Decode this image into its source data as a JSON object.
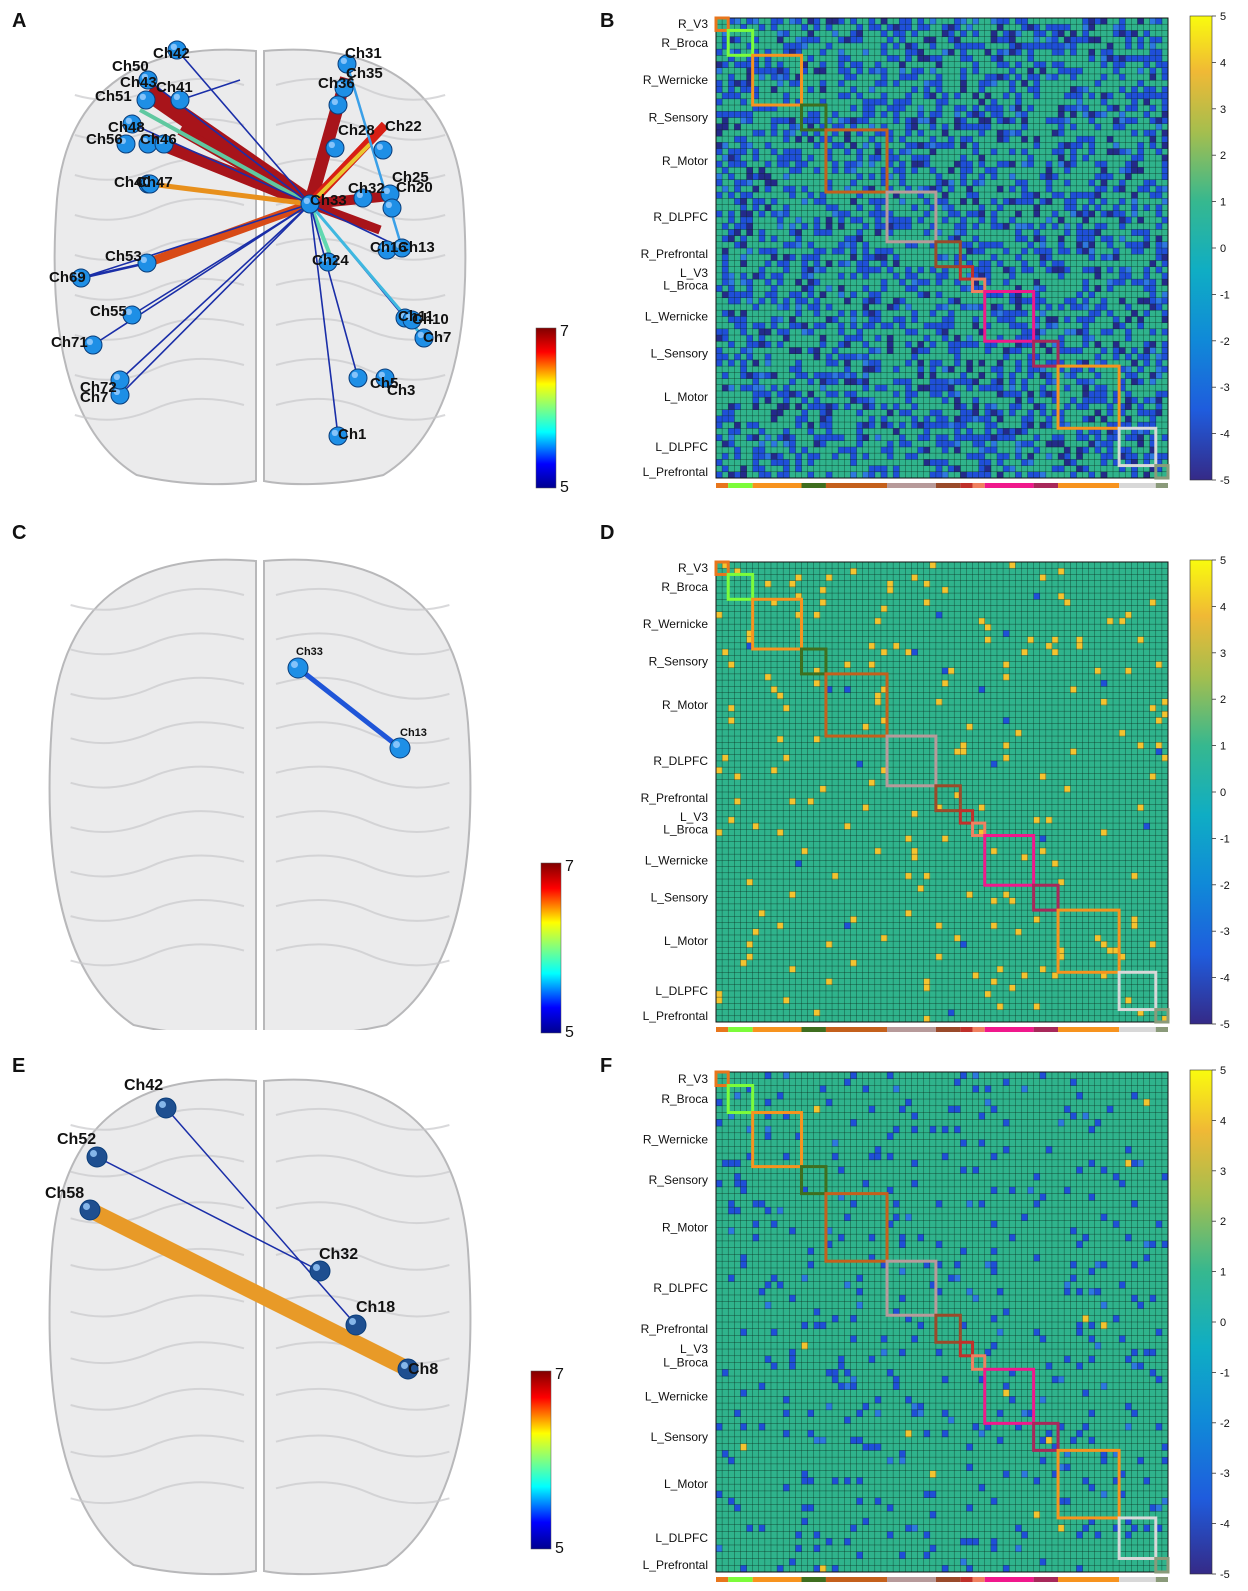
{
  "panel_letters": {
    "A": "A",
    "B": "B",
    "C": "C",
    "D": "D",
    "E": "E",
    "F": "F"
  },
  "colorbar_brain": {
    "min": "5",
    "max": "7"
  },
  "colorbar_matrix": {
    "ticks": [
      "5",
      "4",
      "3",
      "2",
      "1",
      "0",
      "-1",
      "-2",
      "-3",
      "-4",
      "-5"
    ]
  },
  "regions": [
    {
      "name": "R_V3",
      "color": "#e8761c",
      "size": 1
    },
    {
      "name": "R_Broca",
      "color": "#7cfc3a",
      "size": 2
    },
    {
      "name": "R_Wernicke",
      "color": "#f7931e",
      "size": 4
    },
    {
      "name": "R_Sensory",
      "color": "#3f6e1f",
      "size": 2
    },
    {
      "name": "R_Motor",
      "color": "#c4601c",
      "size": 5
    },
    {
      "name": "R_DLPFC",
      "color": "#b79a9a",
      "size": 4
    },
    {
      "name": "R_Prefrontal",
      "color": "#9a4a2a",
      "size": 2
    },
    {
      "name": "L_V3",
      "color": "#c0302a",
      "size": 1
    },
    {
      "name": "L_Broca",
      "color": "#f08060",
      "size": 1
    },
    {
      "name": "L_Wernicke",
      "color": "#f0188c",
      "size": 4
    },
    {
      "name": "L_Sensory",
      "color": "#a8285a",
      "size": 2
    },
    {
      "name": "L_Motor",
      "color": "#f7931e",
      "size": 5
    },
    {
      "name": "L_DLPFC",
      "color": "#d8d8d8",
      "size": 3
    },
    {
      "name": "L_Prefrontal",
      "color": "#8a9a7a",
      "size": 1
    }
  ],
  "matrix_colors": {
    "background": "#2fb38c",
    "blue": "#1f4fd8",
    "navy": "#242a8a",
    "mid_blue": "#2e78e0",
    "yellow": "#f4c430"
  },
  "brainA": {
    "nodes": [
      {
        "label": "Ch42"
      },
      {
        "label": "Ch50"
      },
      {
        "label": "Ch43"
      },
      {
        "label": "Ch41"
      },
      {
        "label": "Ch51"
      },
      {
        "label": "Ch48"
      },
      {
        "label": "Ch56"
      },
      {
        "label": "Ch46"
      },
      {
        "label": "Ch40"
      },
      {
        "label": "Ch47"
      },
      {
        "label": "Ch53"
      },
      {
        "label": "Ch69"
      },
      {
        "label": "Ch55"
      },
      {
        "label": "Ch71"
      },
      {
        "label": "Ch72"
      },
      {
        "label": "Ch7"
      },
      {
        "label": "Ch31"
      },
      {
        "label": "Ch35"
      },
      {
        "label": "Ch36"
      },
      {
        "label": "Ch28"
      },
      {
        "label": "Ch22"
      },
      {
        "label": "Ch25"
      },
      {
        "label": "Ch32"
      },
      {
        "label": "Ch20"
      },
      {
        "label": "Ch33"
      },
      {
        "label": "Ch24"
      },
      {
        "label": "Ch16"
      },
      {
        "label": "Ch13"
      },
      {
        "label": "Ch11"
      },
      {
        "label": "Ch10"
      },
      {
        "label": "Ch7"
      },
      {
        "label": "Ch5"
      },
      {
        "label": "Ch3"
      },
      {
        "label": "Ch1"
      }
    ]
  },
  "brainC": {
    "nodes": [
      {
        "label": "Ch33"
      },
      {
        "label": "Ch13"
      }
    ]
  },
  "brainE": {
    "nodes": [
      {
        "label": "Ch42"
      },
      {
        "label": "Ch52"
      },
      {
        "label": "Ch58"
      },
      {
        "label": "Ch32"
      },
      {
        "label": "Ch18"
      },
      {
        "label": "Ch8"
      }
    ]
  }
}
